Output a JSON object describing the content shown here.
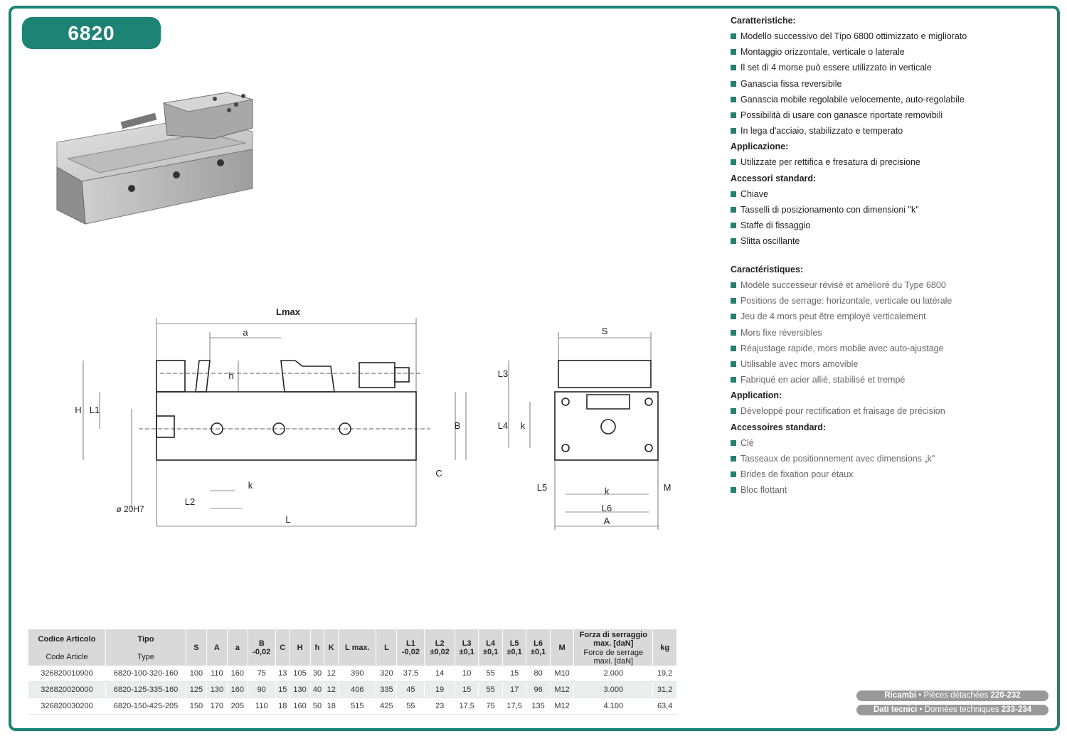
{
  "header": {
    "model": "6820"
  },
  "features_it": {
    "sections": [
      {
        "title": "Caratteristiche:",
        "items": [
          "Modello successivo del Tipo 6800 ottimizzato e migliorato",
          "Montaggio orizzontale, verticale o laterale",
          "Il set di 4 morse può essere utilizzato in verticale",
          "Ganascia fissa reversibile",
          "Ganascia mobile regolabile velocemente, auto-regolabile",
          "Possibilità di usare con ganasce riportate removibili",
          "In lega d'acciaio, stabilizzato e temperato"
        ]
      },
      {
        "title": "Applicazione:",
        "items": [
          "Utilizzate per rettifica e fresatura di precisione"
        ]
      },
      {
        "title": "Accessori standard:",
        "items": [
          "Chiave",
          "Tasselli di posizionamento con dimensioni \"k\"",
          "Staffe di fissaggio",
          "Slitta oscillante"
        ]
      }
    ]
  },
  "features_fr": {
    "sections": [
      {
        "title": "Caractéristiques:",
        "items": [
          "Modèle successeur révisé et amélioré du Type 6800",
          "Positions de serrage: horizontale, verticale ou latérale",
          "Jeu de 4 mors peut être employé verticalement",
          "Mors fixe réversibles",
          "Réajustage rapide, mors mobile avec auto-ajustage",
          "Utilisable avec mors amovible",
          "Fabriqué en acier allié, stabilisé et trempé"
        ]
      },
      {
        "title": "Application:",
        "items": [
          "Développé pour rectification et fraisage de précision"
        ]
      },
      {
        "title": "Accessoires standard:",
        "items": [
          "Clé",
          "Tasseaux de positionnement avec dimensions „k\"",
          "Brides de fixation pour étaux",
          "Bloc flottant"
        ]
      }
    ]
  },
  "drawing_labels": {
    "lmax": "Lmax",
    "a": "a",
    "h": "h",
    "H": "H",
    "L1": "L1",
    "B": "B",
    "C": "C",
    "bore": "ø 20H7",
    "L2": "L2",
    "k": "k",
    "L": "L",
    "S": "S",
    "L3": "L3",
    "L4": "L4",
    "k2": "k",
    "L5": "L5",
    "k3": "k",
    "M": "M",
    "L6": "L6",
    "A": "A"
  },
  "table": {
    "head_row1": [
      "Codice Articolo",
      "Tipo"
    ],
    "head_row2": [
      "Code Article",
      "Type"
    ],
    "dims": [
      "S",
      "A",
      "a",
      "B\n-0,02",
      "C",
      "H",
      "h",
      "K",
      "L max.",
      "L",
      "L1\n-0,02",
      "L2\n±0,02",
      "L3\n±0,1",
      "L4\n±0,1",
      "L5\n±0,1",
      "L6\n±0,1",
      "M"
    ],
    "force_it": "Forza di serraggio max. [daN]",
    "force_fr": "Force de serrage maxi. [daN]",
    "kg": "kg",
    "rows": [
      [
        "326820010900",
        "6820-100-320-160",
        "100",
        "110",
        "160",
        "75",
        "13",
        "105",
        "30",
        "12",
        "390",
        "320",
        "37,5",
        "14",
        "10",
        "55",
        "15",
        "80",
        "M10",
        "2.000",
        "19,2"
      ],
      [
        "326820020000",
        "6820-125-335-160",
        "125",
        "130",
        "160",
        "90",
        "15",
        "130",
        "40",
        "12",
        "406",
        "335",
        "45",
        "19",
        "15",
        "55",
        "17",
        "96",
        "M12",
        "3.000",
        "31,2"
      ],
      [
        "326820030200",
        "6820-150-425-205",
        "150",
        "170",
        "205",
        "110",
        "18",
        "160",
        "50",
        "18",
        "515",
        "425",
        "55",
        "23",
        "17,5",
        "75",
        "17,5",
        "135",
        "M12",
        "4.100",
        "63,4"
      ]
    ]
  },
  "footer": {
    "spare_label": "Ricambi",
    "spare_fr": "Pièces détachées",
    "spare_pages": "220-232",
    "tech_label": "Dati tecnici",
    "tech_fr": "Données techniques",
    "tech_pages": "233-234",
    "sep": " • "
  }
}
